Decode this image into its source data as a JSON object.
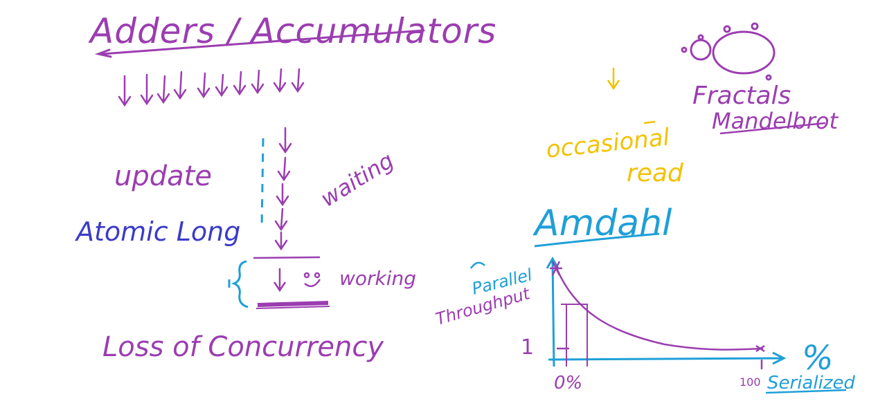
{
  "colors": {
    "purple": "#9b3db0",
    "blue": "#3b3bc8",
    "cyan": "#1f9fd8",
    "yellow": "#f2c200",
    "background": "#ffffff"
  },
  "notes": {
    "title": "Adders / Accumulators",
    "update": "update",
    "atomic_long": "Atomic Long",
    "waiting": "waiting",
    "working": "working",
    "loss": "Loss of Concurrency",
    "fractals_line1": "Fractals",
    "fractals_line2": "Mandelbrot",
    "occasional": "occasional",
    "read": "read",
    "amdahl": "Amdahl"
  },
  "graph": {
    "y_label_line1": "Parallel",
    "y_label_line2": "Throughput",
    "y_tick": "1",
    "x_start": "0%",
    "x_end": "100",
    "x_unit": "%",
    "x_label": "Serialized"
  }
}
